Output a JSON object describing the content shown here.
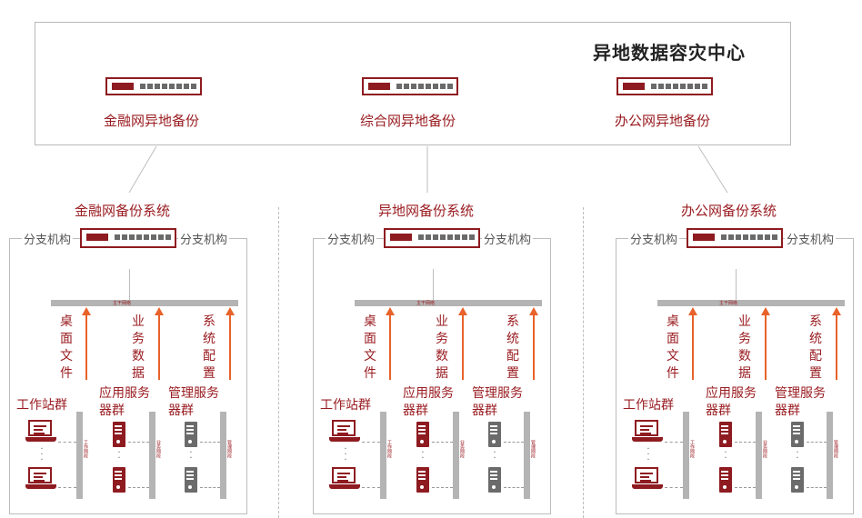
{
  "center": {
    "title": "异地数据容灾中心",
    "backups": [
      {
        "label": "金融网异地备份"
      },
      {
        "label": "综合网异地备份"
      },
      {
        "label": "办公网异地备份"
      }
    ]
  },
  "colors": {
    "accent": "#9a1d22",
    "arrow": "#e8622a",
    "line": "#b4b4b4"
  },
  "systems": [
    {
      "title": "金融网备份系统",
      "branch_left": "分支机构",
      "branch_right": "分支机构",
      "bus_label": "主干网络",
      "flows": [
        "桌面文件",
        "业务数据",
        "系统配置"
      ],
      "groups": [
        "工作站群",
        "应用服务器群",
        "管理服务器群"
      ],
      "segments": [
        "工作网段",
        "业务网段",
        "管理网段"
      ]
    },
    {
      "title": "异地网备份系统",
      "branch_left": "分支机构",
      "branch_right": "分支机构",
      "bus_label": "主干网络",
      "flows": [
        "桌面文件",
        "业务数据",
        "系统配置"
      ],
      "groups": [
        "工作站群",
        "应用服务器群",
        "管理服务器群"
      ],
      "segments": [
        "工作网段",
        "业务网段",
        "管理网段"
      ]
    },
    {
      "title": "办公网备份系统",
      "branch_left": "分支机构",
      "branch_right": "分支机构",
      "bus_label": "主干网络",
      "flows": [
        "桌面文件",
        "业务数据",
        "系统配置"
      ],
      "groups": [
        "工作站群",
        "应用服务器群",
        "管理服务器群"
      ],
      "segments": [
        "工作网段",
        "业务网段",
        "管理网段"
      ]
    }
  ]
}
